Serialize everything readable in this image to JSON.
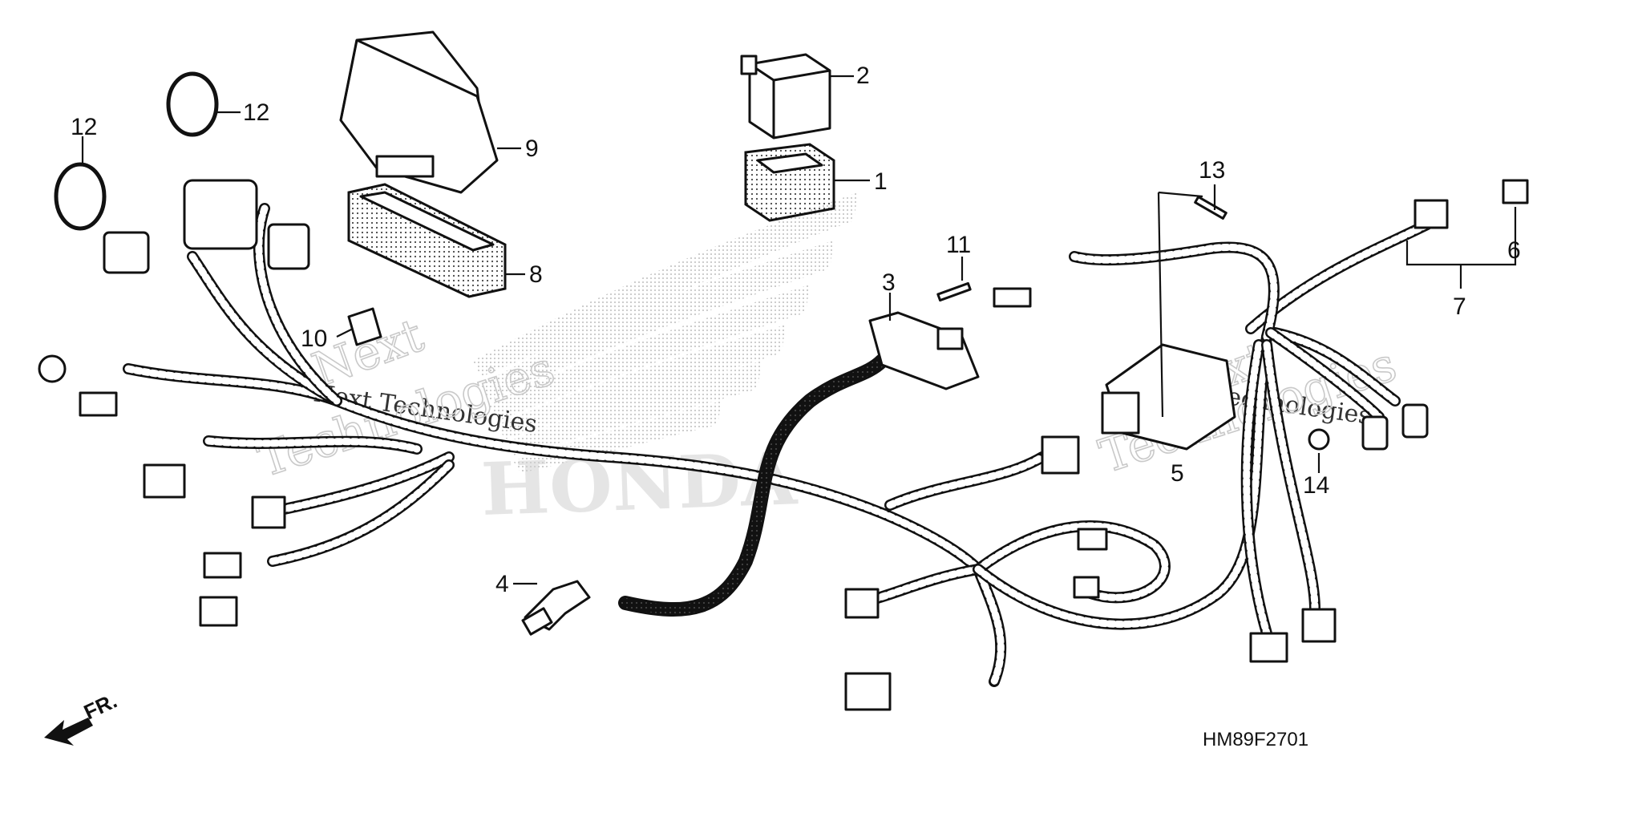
{
  "diagram": {
    "callouts": [
      {
        "id": "c1",
        "text": "1"
      },
      {
        "id": "c2",
        "text": "2"
      },
      {
        "id": "c3",
        "text": "3"
      },
      {
        "id": "c4",
        "text": "4"
      },
      {
        "id": "c5",
        "text": "5"
      },
      {
        "id": "c6",
        "text": "6"
      },
      {
        "id": "c7",
        "text": "7"
      },
      {
        "id": "c8",
        "text": "8"
      },
      {
        "id": "c9",
        "text": "9"
      },
      {
        "id": "c10",
        "text": "10"
      },
      {
        "id": "c11",
        "text": "11"
      },
      {
        "id": "c12a",
        "text": "12"
      },
      {
        "id": "c12b",
        "text": "12"
      },
      {
        "id": "c13",
        "text": "13"
      },
      {
        "id": "c14",
        "text": "14"
      }
    ],
    "figure_code": "HM89F2701",
    "direction_label": "FR.",
    "watermark": {
      "line1": "Next",
      "line2": "Next Technologies",
      "line3": "Technologies",
      "brand": "HONDA"
    }
  }
}
